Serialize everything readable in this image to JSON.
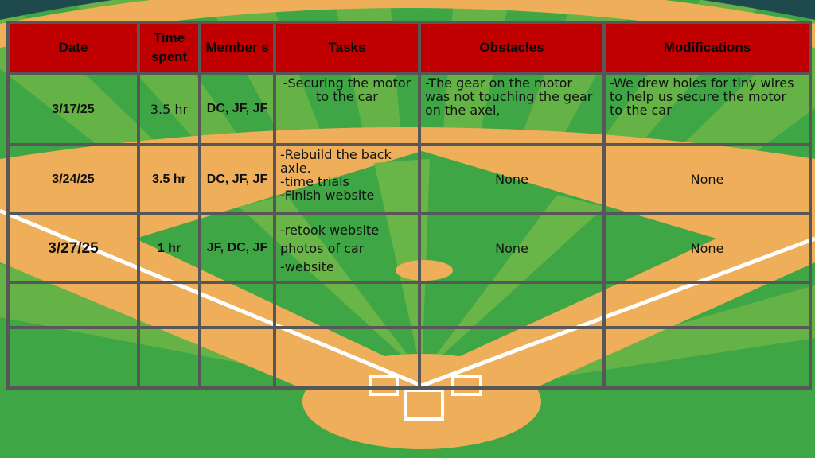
{
  "headers": [
    "Date",
    "Time spent",
    "Member s",
    "Tasks",
    "Obstacles",
    "Modifications"
  ],
  "rows": [
    {
      "date": "3/17/25",
      "time": "3.5 hr",
      "members": "DC, JF, JF",
      "tasks": [
        "-Securing the motor",
        "to the car"
      ],
      "obstacles": [
        "-The gear on the motor",
        "was not touching the gear",
        "on the axel,"
      ],
      "modifications": [
        "-We drew holes for tiny wires",
        "to help us secure the motor",
        "to the car"
      ]
    },
    {
      "date": "3/24/25",
      "time": "3.5 hr",
      "members": "DC, JF, JF",
      "tasks": [
        "-Rebuild the back",
        "axle.",
        "-time trials",
        "-Finish website"
      ],
      "obstacles": [
        "None"
      ],
      "modifications": [
        "None"
      ]
    },
    {
      "date": "3/27/25",
      "time": "1 hr",
      "members": "JF, DC, JF",
      "tasks": [
        "-retook website",
        "photos of car",
        "-website"
      ],
      "obstacles": [
        "None"
      ],
      "modifications": [
        "None"
      ]
    }
  ],
  "colors": {
    "header": "#c00000",
    "grid": "#575757",
    "grass": "#3fa645",
    "dirt": "#eeae5a"
  }
}
